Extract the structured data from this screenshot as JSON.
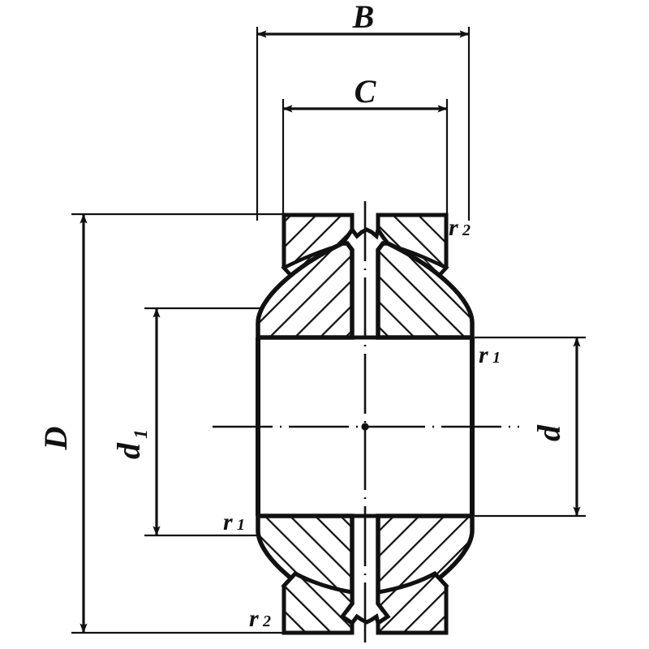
{
  "figure": {
    "title": "Spherical plain bearing cross-section dimension drawing",
    "type": "engineering-cross-section",
    "background_color": "#ffffff",
    "line_color": "#111111",
    "hatch_color": "#111111"
  },
  "dimensions": {
    "B": {
      "label": "B",
      "subscript": "",
      "orientation": "horizontal",
      "position": "top",
      "description": "Overall outer ring width"
    },
    "C": {
      "label": "C",
      "subscript": "",
      "orientation": "horizontal",
      "position": "top-inner",
      "description": "Inner ring width"
    },
    "D": {
      "label": "D",
      "subscript": "",
      "orientation": "vertical",
      "position": "left-outer",
      "description": "Outer diameter"
    },
    "d1": {
      "label": "d",
      "subscript": "1",
      "orientation": "vertical",
      "position": "left-inner",
      "description": "Inner ring outer diameter"
    },
    "d": {
      "label": "d",
      "subscript": "",
      "orientation": "vertical",
      "position": "right",
      "description": "Bore diameter"
    }
  },
  "chamfers": [
    {
      "label": "r",
      "subscript": "2",
      "position": "top-right",
      "description": "Outer ring chamfer radius"
    },
    {
      "label": "r",
      "subscript": "1",
      "position": "middle-right",
      "description": "Inner ring bore chamfer radius"
    },
    {
      "label": "r",
      "subscript": "1",
      "position": "middle-left",
      "description": "Inner ring bore chamfer radius"
    },
    {
      "label": "r",
      "subscript": "2",
      "position": "bottom-left",
      "description": "Outer ring chamfer radius"
    }
  ],
  "centerline": {
    "style": "dash-dot",
    "center_marker": "dot",
    "horizontal": true,
    "vertical": true
  }
}
